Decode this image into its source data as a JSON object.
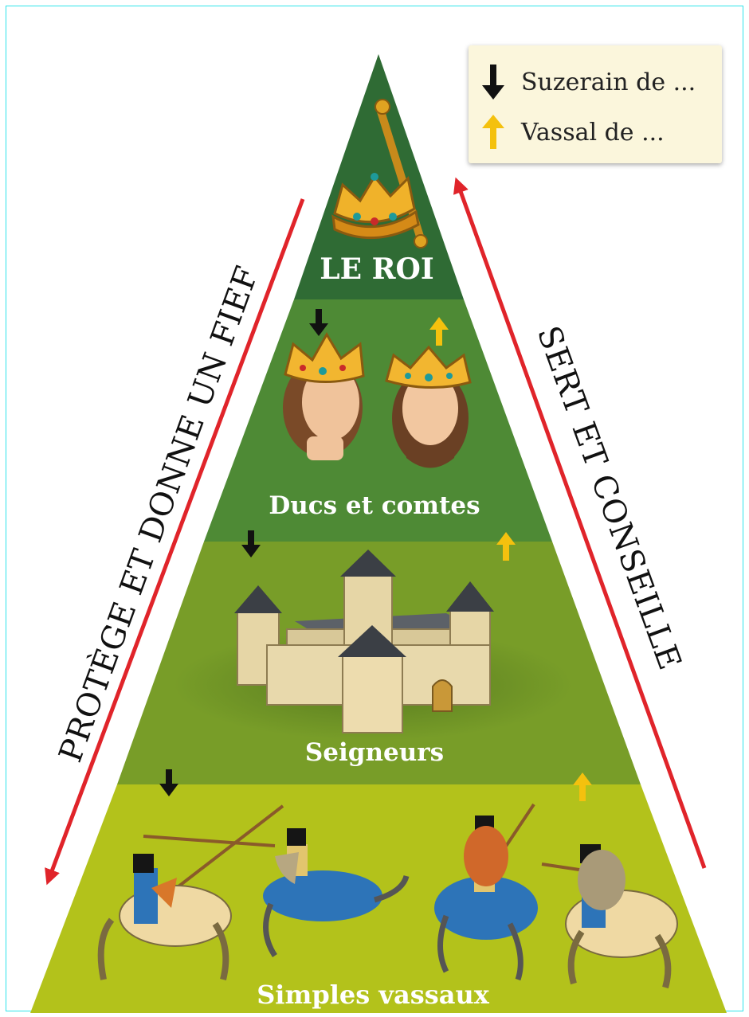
{
  "legend": {
    "items": [
      {
        "label": "Suzerain de ...",
        "arrow": "down",
        "color": "#111111"
      },
      {
        "label": "Vassal de ...",
        "arrow": "up",
        "color": "#f4c10e"
      }
    ]
  },
  "tiers": [
    {
      "label": "LE ROI",
      "color": "#2f6b34"
    },
    {
      "label": "Ducs et comtes",
      "color": "#4e8a35"
    },
    {
      "label": "Seigneurs",
      "color": "#789d28"
    },
    {
      "label": "Simples vassaux",
      "color": "#b3c21b"
    }
  ],
  "sides": {
    "left": "PROTÈGE ET DONNE UN FIEF",
    "right": "SERT ET CONSEILLE"
  },
  "colors": {
    "side_arrow": "#e0242a",
    "down_arrow": "#111111",
    "up_arrow": "#f4c10e",
    "frame": "#2fe3ea",
    "legend_bg": "#fbf6dc"
  }
}
